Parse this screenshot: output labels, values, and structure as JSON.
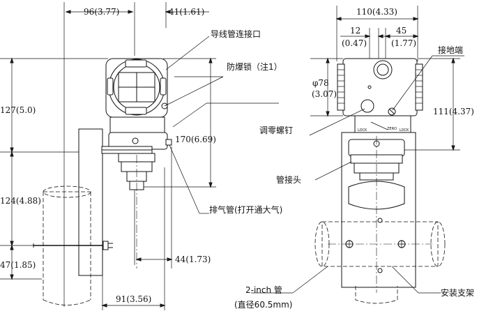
{
  "dimensions": {
    "d96": "96(3.77)",
    "d41": "41(1.61)",
    "d127": "127(5.0)",
    "d124": "124(4.88)",
    "d47": "47(1.85)",
    "d170": "170(6.69)",
    "d44": "44(1.73)",
    "d91": "91(3.56)",
    "d110": "110(4.33)",
    "d12a": "12",
    "d12b": "(0.47)",
    "d45a": "45",
    "d45b": "(1.77)",
    "phi78a": "φ78",
    "phi78b": "(3.07)",
    "d111": "111(4.37)"
  },
  "labels": {
    "conduit": "导线管连接口",
    "explosion_lock": "防爆锁（注1）",
    "zero_screw": "调零螺钉",
    "vent": "排气管(打开通大气)",
    "ground": "接地端",
    "fitting": "管接头",
    "pipe_a": "2-inch  管",
    "pipe_b": "(直径60.5mm)",
    "bracket": "安装支架",
    "lock_left": "LOCK",
    "zero_text": "ZERO",
    "lock_right": "LOCK"
  }
}
